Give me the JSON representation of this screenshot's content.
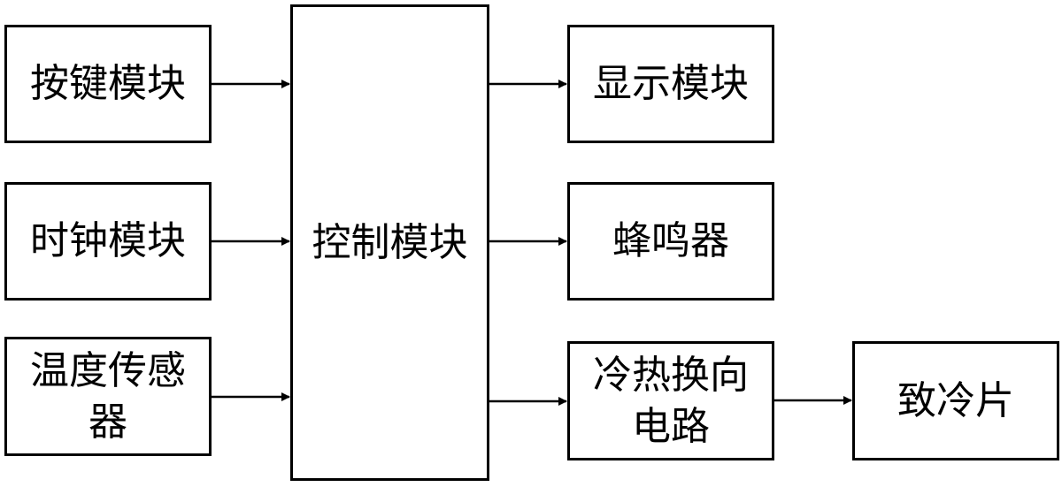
{
  "diagram": {
    "inputs": [
      {
        "id": "keypad",
        "label": "按键模块"
      },
      {
        "id": "clock",
        "label": "时钟模块"
      },
      {
        "id": "temp_sensor",
        "label": "温度传感\n器"
      }
    ],
    "controller": {
      "id": "control",
      "label": "控制模块"
    },
    "outputs": [
      {
        "id": "display",
        "label": "显示模块"
      },
      {
        "id": "buzzer",
        "label": "蜂鸣器"
      },
      {
        "id": "switch_circuit",
        "label": "冷热换向\n电路"
      }
    ],
    "actuator": {
      "id": "peltier",
      "label": "致冷片"
    },
    "connections": [
      {
        "from": "keypad",
        "to": "control"
      },
      {
        "from": "clock",
        "to": "control"
      },
      {
        "from": "temp_sensor",
        "to": "control"
      },
      {
        "from": "control",
        "to": "display"
      },
      {
        "from": "control",
        "to": "buzzer"
      },
      {
        "from": "control",
        "to": "switch_circuit"
      },
      {
        "from": "switch_circuit",
        "to": "peltier"
      }
    ],
    "colors": {
      "line": "#000000",
      "box_fill": "#ffffff",
      "text": "#000000"
    }
  }
}
